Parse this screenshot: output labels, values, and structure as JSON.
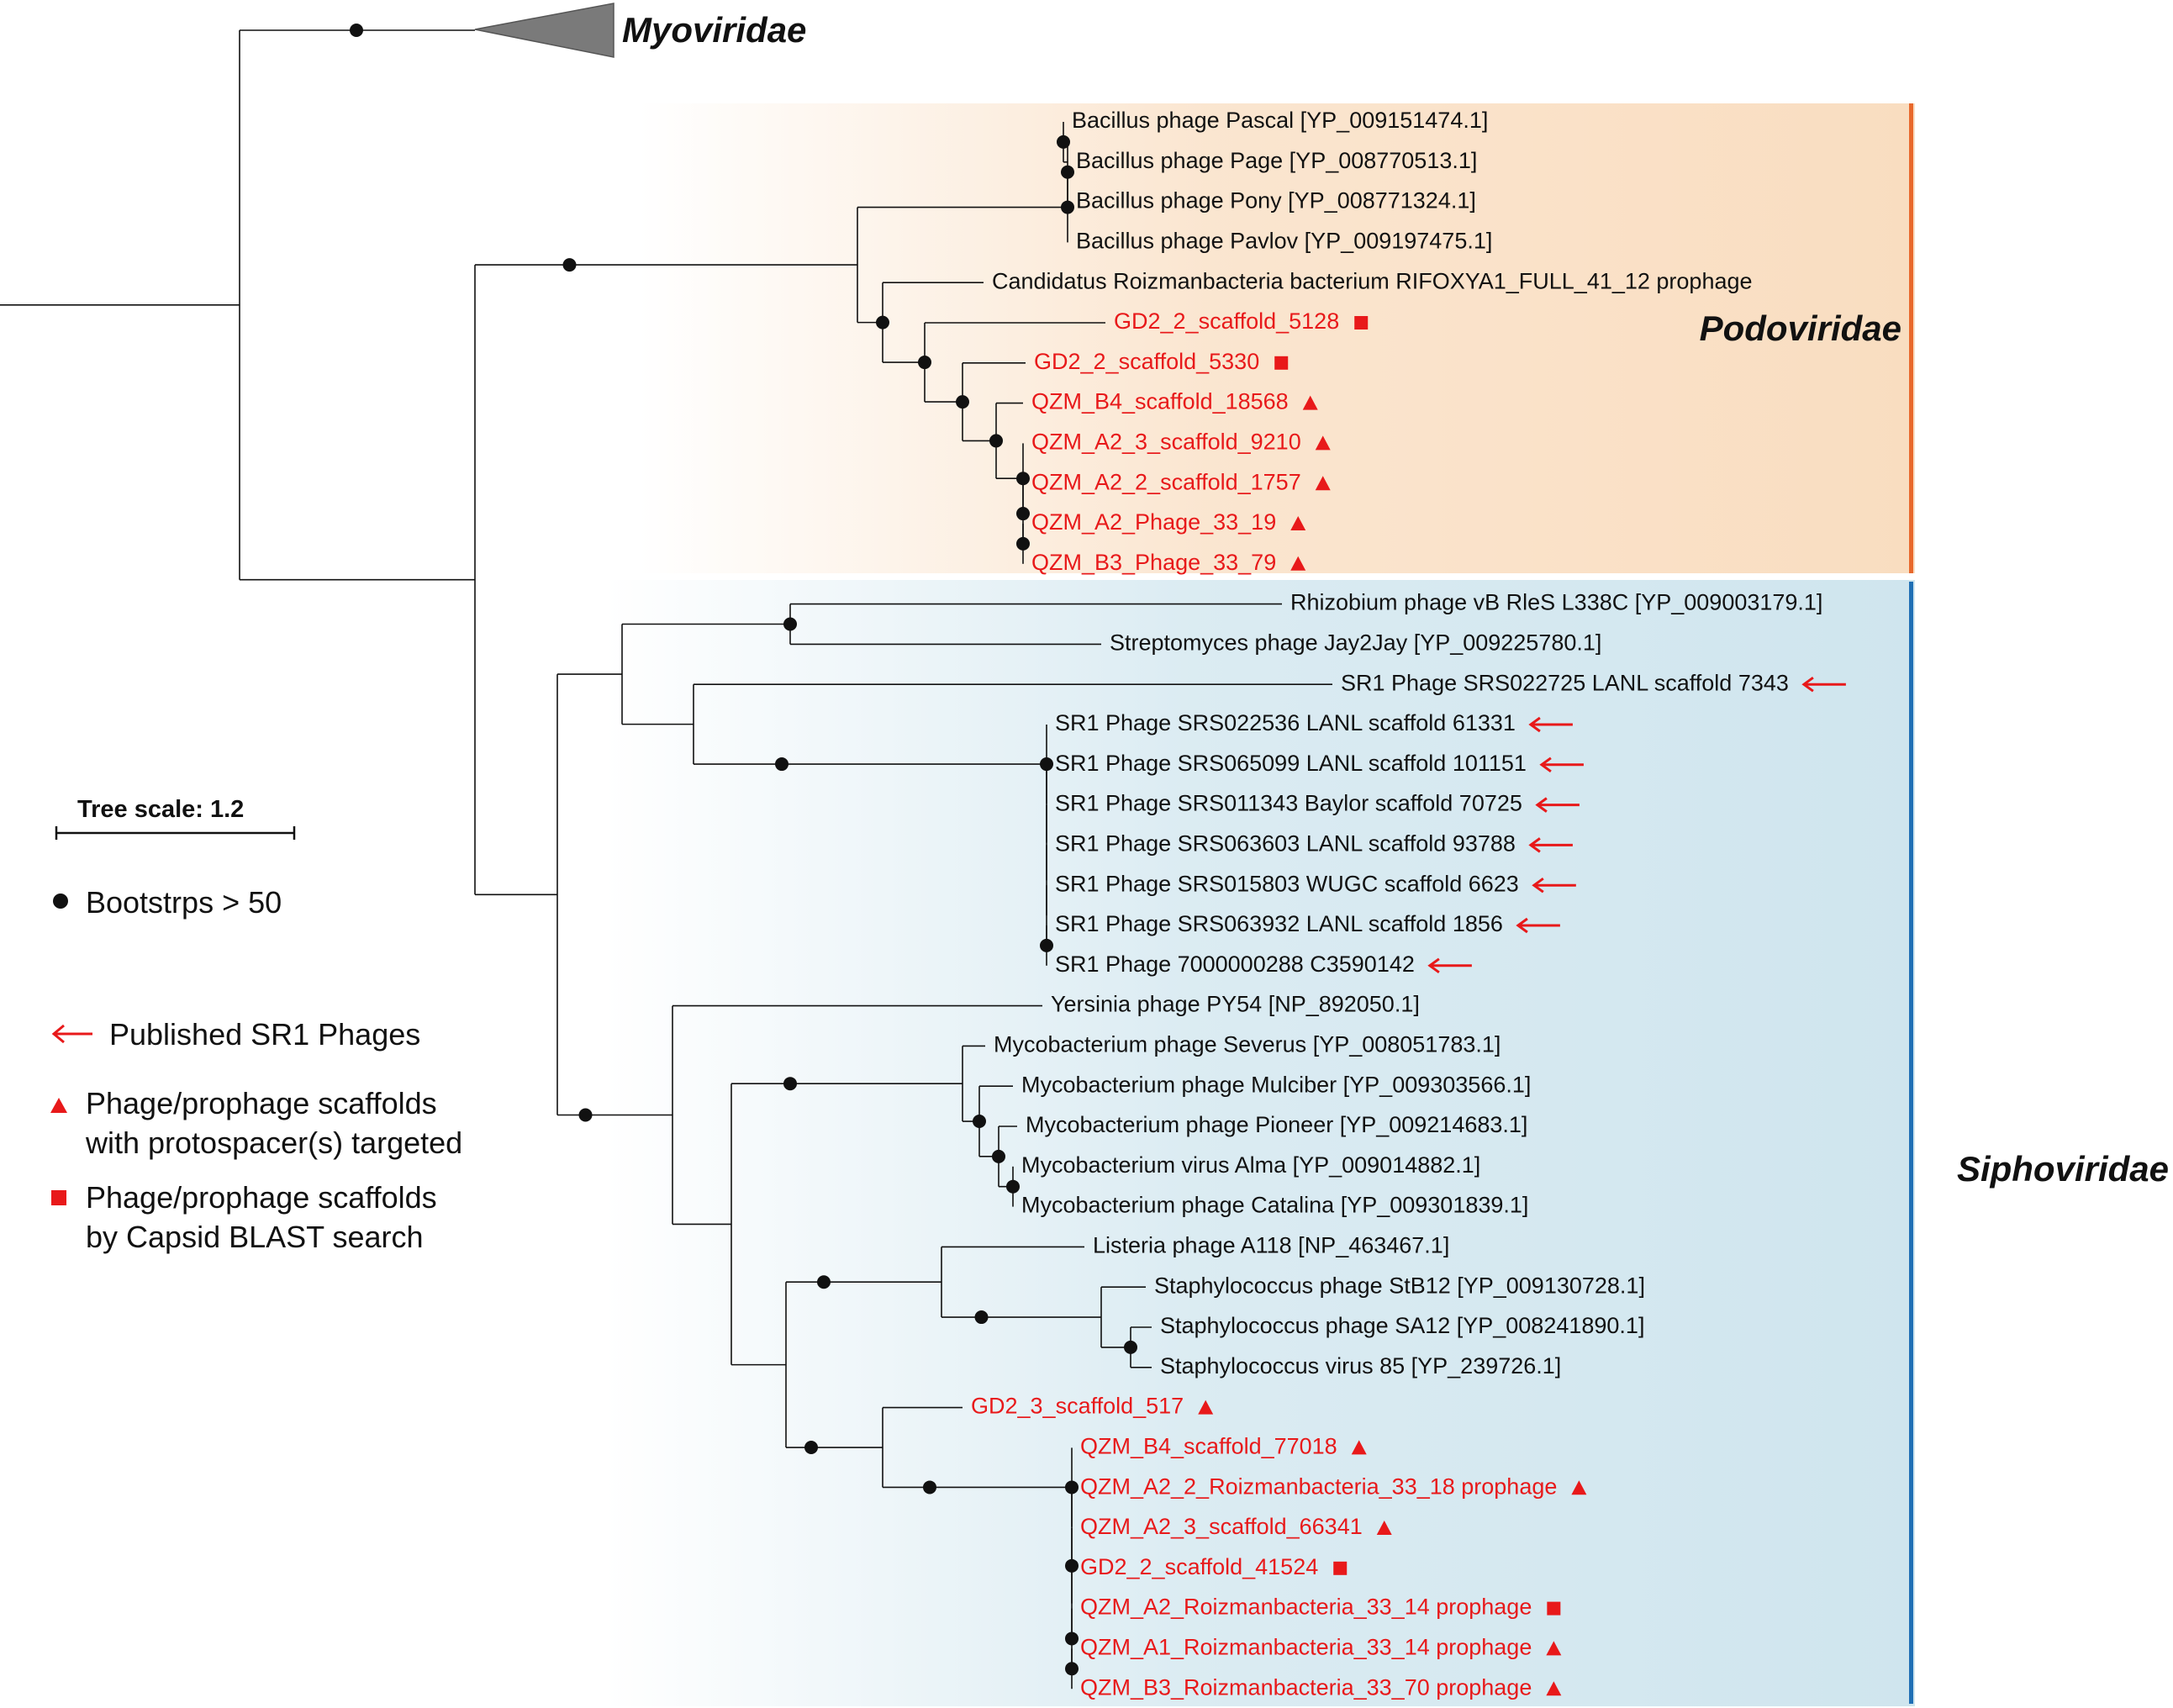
{
  "clades": {
    "myoviridae": "Myoviridae",
    "podoviridae": "Podoviridae",
    "siphoviridae": "Siphoviridae"
  },
  "legend": {
    "tree_scale": "Tree scale: 1.2",
    "bootstrap": "Bootstrps > 50",
    "published": "Published SR1 Phages",
    "triangle_line1": "Phage/prophage scaffolds",
    "triangle_line2": "with protospacer(s) targeted",
    "square_line1": "Phage/prophage scaffolds",
    "square_line2": "by Capsid BLAST search"
  },
  "colors": {
    "red": "#e8191a",
    "podo_band": "#f9ddc0",
    "podo_bar": "#e8682c",
    "sipho_band": "#cfe5ee",
    "sipho_bar": "#1f6fb5",
    "branch": "#111111"
  },
  "leaves": [
    {
      "label": "Bacillus phage Pascal [YP_009151474.1]",
      "color": "black",
      "marker": ""
    },
    {
      "label": "Bacillus phage Page [YP_008770513.1]",
      "color": "black",
      "marker": ""
    },
    {
      "label": "Bacillus phage Pony [YP_008771324.1]",
      "color": "black",
      "marker": ""
    },
    {
      "label": "Bacillus phage Pavlov [YP_009197475.1]",
      "color": "black",
      "marker": ""
    },
    {
      "label": "Candidatus Roizmanbacteria bacterium RIFOXYA1_FULL_41_12 prophage",
      "color": "black",
      "marker": ""
    },
    {
      "label": "GD2_2_scaffold_5128",
      "color": "red",
      "marker": "square"
    },
    {
      "label": "GD2_2_scaffold_5330",
      "color": "red",
      "marker": "square"
    },
    {
      "label": "QZM_B4_scaffold_18568",
      "color": "red",
      "marker": "triangle"
    },
    {
      "label": "QZM_A2_3_scaffold_9210",
      "color": "red",
      "marker": "triangle"
    },
    {
      "label": "QZM_A2_2_scaffold_1757",
      "color": "red",
      "marker": "triangle"
    },
    {
      "label": "QZM_A2_Phage_33_19",
      "color": "red",
      "marker": "triangle"
    },
    {
      "label": "QZM_B3_Phage_33_79",
      "color": "red",
      "marker": "triangle"
    },
    {
      "label": "Rhizobium phage vB RleS L338C [YP_009003179.1]",
      "color": "black",
      "marker": ""
    },
    {
      "label": "Streptomyces phage Jay2Jay [YP_009225780.1]",
      "color": "black",
      "marker": ""
    },
    {
      "label": "SR1 Phage SRS022725 LANL scaffold 7343",
      "color": "black",
      "marker": "arrow"
    },
    {
      "label": "SR1 Phage SRS022536 LANL scaffold 61331",
      "color": "black",
      "marker": "arrow"
    },
    {
      "label": "SR1 Phage SRS065099 LANL scaffold 101151",
      "color": "black",
      "marker": "arrow"
    },
    {
      "label": "SR1 Phage SRS011343 Baylor scaffold 70725",
      "color": "black",
      "marker": "arrow"
    },
    {
      "label": "SR1 Phage SRS063603 LANL scaffold 93788",
      "color": "black",
      "marker": "arrow"
    },
    {
      "label": "SR1 Phage SRS015803 WUGC scaffold 6623",
      "color": "black",
      "marker": "arrow"
    },
    {
      "label": "SR1 Phage SRS063932 LANL scaffold 1856",
      "color": "black",
      "marker": "arrow"
    },
    {
      "label": "SR1 Phage 7000000288 C3590142",
      "color": "black",
      "marker": "arrow"
    },
    {
      "label": "Yersinia phage PY54 [NP_892050.1]",
      "color": "black",
      "marker": ""
    },
    {
      "label": "Mycobacterium phage Severus [YP_008051783.1]",
      "color": "black",
      "marker": ""
    },
    {
      "label": "Mycobacterium phage Mulciber [YP_009303566.1]",
      "color": "black",
      "marker": ""
    },
    {
      "label": "Mycobacterium phage Pioneer [YP_009214683.1]",
      "color": "black",
      "marker": ""
    },
    {
      "label": "Mycobacterium virus Alma [YP_009014882.1]",
      "color": "black",
      "marker": ""
    },
    {
      "label": "Mycobacterium phage Catalina [YP_009301839.1]",
      "color": "black",
      "marker": ""
    },
    {
      "label": "Listeria phage A118 [NP_463467.1]",
      "color": "black",
      "marker": ""
    },
    {
      "label": "Staphylococcus phage StB12 [YP_009130728.1]",
      "color": "black",
      "marker": ""
    },
    {
      "label": "Staphylococcus phage SA12 [YP_008241890.1]",
      "color": "black",
      "marker": ""
    },
    {
      "label": "Staphylococcus virus 85 [YP_239726.1]",
      "color": "black",
      "marker": ""
    },
    {
      "label": "GD2_3_scaffold_517",
      "color": "red",
      "marker": "triangle"
    },
    {
      "label": "QZM_B4_scaffold_77018",
      "color": "red",
      "marker": "triangle"
    },
    {
      "label": "QZM_A2_2_Roizmanbacteria_33_18 prophage",
      "color": "red",
      "marker": "triangle"
    },
    {
      "label": "QZM_A2_3_scaffold_66341",
      "color": "red",
      "marker": "triangle"
    },
    {
      "label": "GD2_2_scaffold_41524",
      "color": "red",
      "marker": "square"
    },
    {
      "label": "QZM_A2_Roizmanbacteria_33_14 prophage",
      "color": "red",
      "marker": "square"
    },
    {
      "label": "QZM_A1_Roizmanbacteria_33_14 prophage",
      "color": "red",
      "marker": "triangle"
    },
    {
      "label": "QZM_B3_Roizmanbacteria_33_70 prophage",
      "color": "red",
      "marker": "triangle"
    }
  ]
}
